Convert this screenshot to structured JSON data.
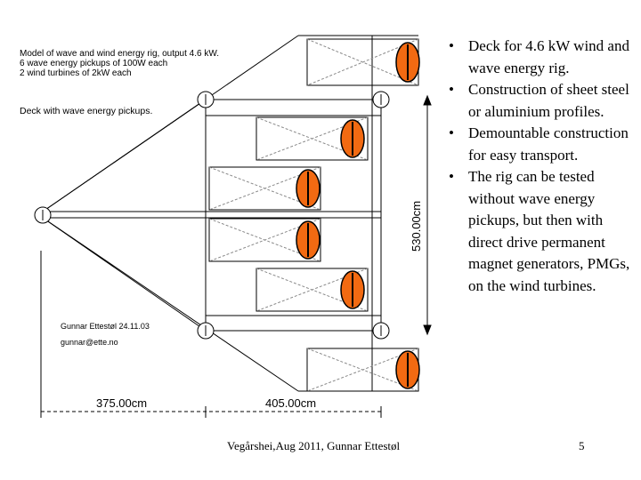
{
  "diagram": {
    "title_lines": [
      "Model of wave and wind energy rig, output 4.6 kW.",
      "6 wave energy pickups of 100W each",
      "2 wind turbines of 2kW each"
    ],
    "deck_label": "Deck with wave energy pickups.",
    "dim_vertical": "530.00cm",
    "dim_left": "375.00cm",
    "dim_right": "405.00cm",
    "signature_name": "Gunnar Ettestøl 24.11.03",
    "signature_email": "gunnar@ette.no",
    "colors": {
      "pickup_fill": "#f26a12",
      "line": "#000000",
      "guide": "#b0b0b0"
    }
  },
  "bullets": [
    "Deck for 4.6 kW wind and wave energy rig.",
    "Construction of sheet steel or aluminium profiles.",
    "Demountable construction for easy transport.",
    "The rig can be tested without wave energy pickups, but then with direct drive permanent magnet generators, PMGs, on the wind turbines."
  ],
  "footer": {
    "text": "Vegårshei,Aug 2011, Gunnar Ettestøl",
    "page": "5"
  }
}
